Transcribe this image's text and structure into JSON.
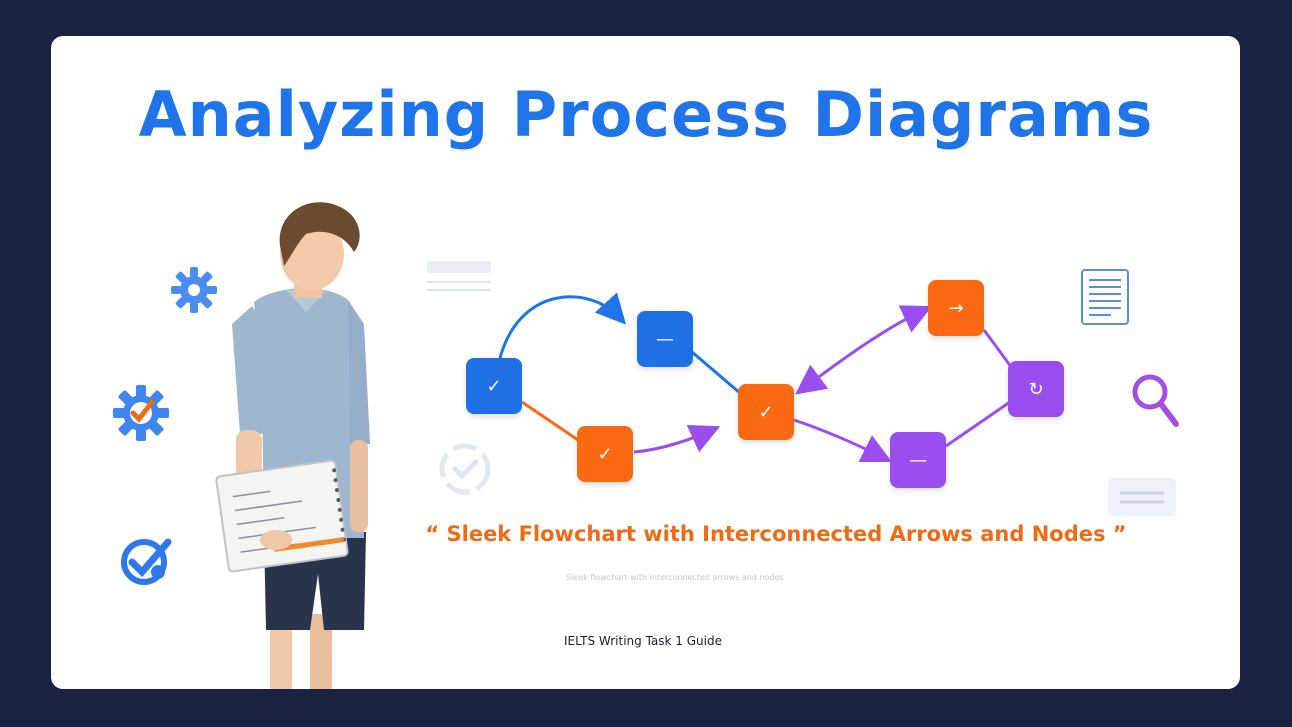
{
  "title": "Analyzing Process Diagrams",
  "caption": "“ Sleek Flowchart with Interconnected Arrows and Nodes ”",
  "faint_text": "Sleek flowchart with interconnected arrows and nodes",
  "footer_label": "IELTS Writing Task 1 Guide",
  "colors": {
    "background": "#1b2140",
    "card": "#ffffff",
    "title": "#1f74ea",
    "caption": "#f06a13",
    "node_blue": "#1f6fe5",
    "node_orange": "#fb6a12",
    "node_purple": "#9b4ef0"
  },
  "icons": {
    "left": [
      "gear-icon",
      "gear-check-icon",
      "check-badge-icon"
    ],
    "right": [
      "document-icon",
      "magnifier-icon",
      "text-lines-icon"
    ],
    "center": [
      "cycle-check-icon",
      "text-lines-icon"
    ]
  },
  "flowchart": {
    "nodes": [
      {
        "name": "node-blue-check",
        "glyph": "✓"
      },
      {
        "name": "node-blue-dash",
        "glyph": "—"
      },
      {
        "name": "node-orange-check-low",
        "glyph": "✓"
      },
      {
        "name": "node-orange-check-center",
        "glyph": "✓"
      },
      {
        "name": "node-orange-arrow",
        "glyph": "→"
      },
      {
        "name": "node-purple-cycle",
        "glyph": "↻"
      },
      {
        "name": "node-purple-dash",
        "glyph": "—"
      }
    ]
  }
}
